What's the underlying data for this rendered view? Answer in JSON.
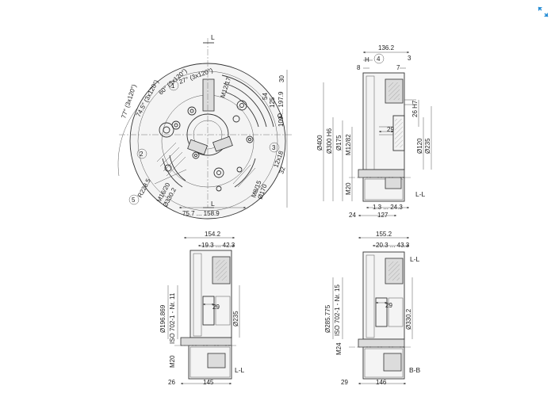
{
  "ui": {
    "expand_icon": "expand-arrows-icon",
    "accent": "#2b8fd6"
  },
  "front_view": {
    "angles": [
      "77° (3x120°)",
      "74.5° (3x120°)",
      "60° (3x120°)",
      "27° (3x120°)"
    ],
    "section_marker_top": "L",
    "section_marker_bottom": "L",
    "thread_top": "M12/17",
    "dims_right": [
      "30",
      "54",
      "125",
      "109 ... 197.9",
      "12x18",
      "32"
    ],
    "dims_left": [
      "R228.5",
      "M16/20",
      "Ø330.2"
    ],
    "dims_bottom": [
      "M8/15",
      "Ø170",
      "75.7 ... 158.9"
    ],
    "callouts": [
      "1",
      "2",
      "3",
      "5"
    ]
  },
  "side_view_top": {
    "dims_top": [
      "136.2",
      "H",
      "4",
      "3",
      "8",
      "7"
    ],
    "vert_left": [
      "Ø400",
      "Ø300 H6",
      "Ø175",
      "M12/82"
    ],
    "vert_right": [
      "26 H7",
      "Ø120",
      "Ø235"
    ],
    "dim_29": "29",
    "thread": "M20",
    "section_label": "L-L",
    "dims_bottom": [
      "1.3 ... 24.3",
      "24",
      "127"
    ]
  },
  "side_view_bottom_left": {
    "dims_top": [
      "154.2",
      "19.3 ... 42.3"
    ],
    "dim_29": "29",
    "vert_left": [
      "Ø196.869",
      "ISO 702-1 - Nr. 11"
    ],
    "vert_right": "Ø235",
    "thread": "M20",
    "section_label": "L-L",
    "dims_bottom": [
      "26",
      "145"
    ]
  },
  "side_view_bottom_right": {
    "dims_top": [
      "155.2",
      "20.3 ... 43.3"
    ],
    "section_label_top": "L-L",
    "dim_29": "29",
    "vert_left": [
      "Ø285.775",
      "ISO 702-1 - Nr. 15"
    ],
    "vert_right": "Ø330.2",
    "thread": "M24",
    "section_label": "B-B",
    "dims_bottom": [
      "29",
      "146"
    ]
  }
}
